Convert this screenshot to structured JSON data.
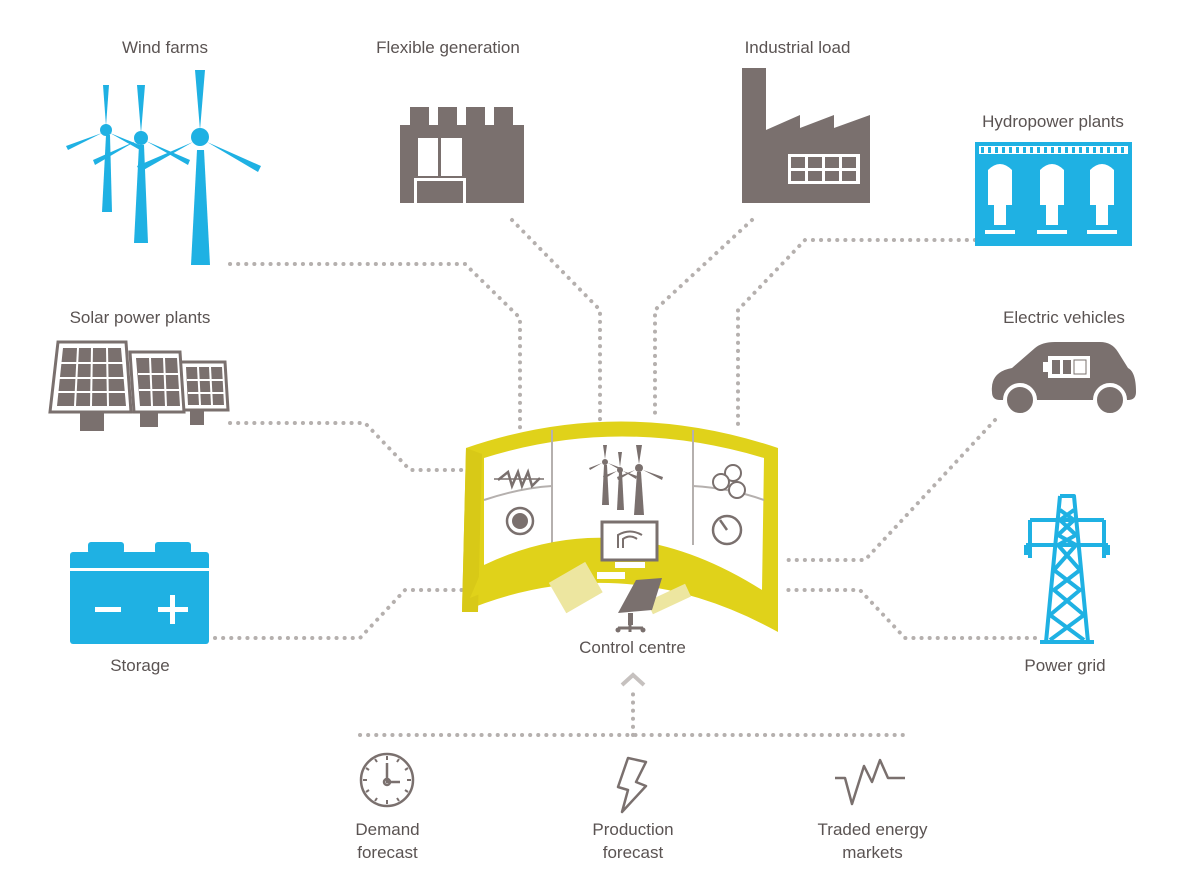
{
  "labels": {
    "wind_farms": "Wind farms",
    "flexible_generation": "Flexible generation",
    "industrial_load": "Industrial load",
    "hydropower_plants": "Hydropower plants",
    "solar_power_plants": "Solar power plants",
    "electric_vehicles": "Electric vehicles",
    "storage": "Storage",
    "power_grid": "Power grid",
    "control_centre": "Control centre",
    "demand_forecast_1": "Demand",
    "demand_forecast_2": "forecast",
    "production_forecast_1": "Production",
    "production_forecast_2": "forecast",
    "traded_energy_1": "Traded energy",
    "traded_energy_2": "markets"
  },
  "colors": {
    "blue": "#1fb1e3",
    "grey": "#7a706e",
    "yellow": "#e0d21a",
    "dots": "#b5b0ae",
    "text": "#5a5352"
  },
  "icons": [
    "wind-turbine-icon",
    "factory-icon",
    "power-plant-icon",
    "hydropower-icon",
    "solar-panel-icon",
    "electric-car-icon",
    "battery-icon",
    "pylon-icon",
    "clock-icon",
    "lightning-icon",
    "market-graph-icon",
    "control-room-icon",
    "chevron-up-icon"
  ]
}
